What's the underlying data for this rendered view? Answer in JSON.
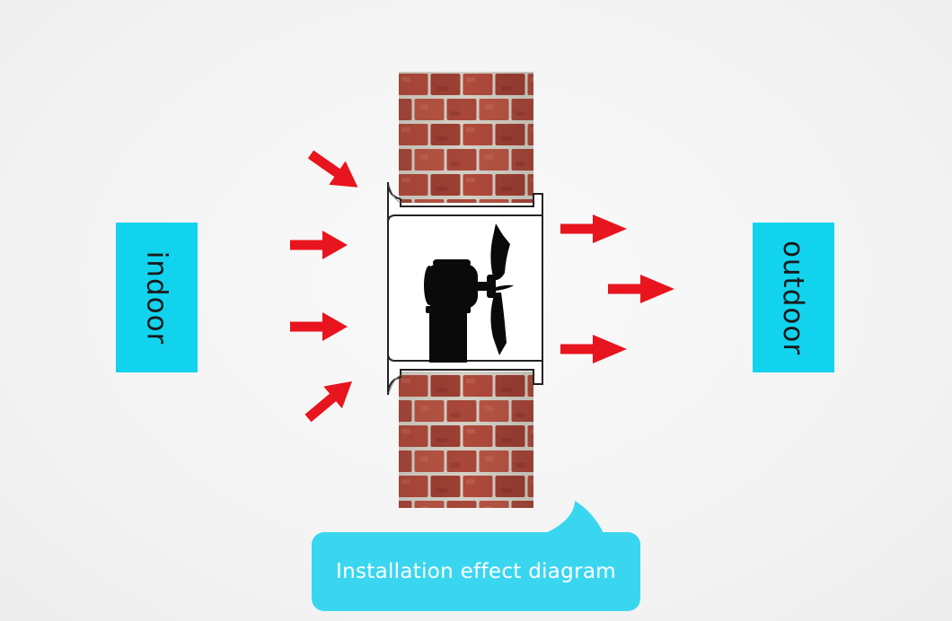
{
  "labels": {
    "indoor": "indoor",
    "outdoor": "outdoor"
  },
  "caption": {
    "text": "Installation effect diagram"
  },
  "colors": {
    "label_bg": "#12d3ee",
    "caption_bg": "#3ad6f0",
    "arrow": "#e8141e",
    "brick": "#a9463a",
    "mortar": "#d4d0c6",
    "fan": "#0a0a0a"
  },
  "icons": {
    "fan": "axial-fan-icon",
    "wall": "brick-wall",
    "arrows": "airflow-arrow-icon"
  }
}
